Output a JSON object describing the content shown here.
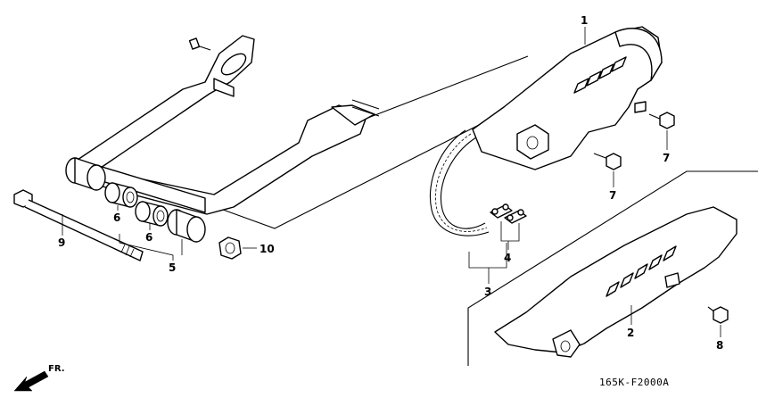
{
  "diagram": {
    "code": "165K-F2000A",
    "direction_label": "FR.",
    "callouts": [
      {
        "id": "c1",
        "label": "1"
      },
      {
        "id": "c2",
        "label": "2"
      },
      {
        "id": "c3",
        "label": "3"
      },
      {
        "id": "c4",
        "label": "4"
      },
      {
        "id": "c5",
        "label": "5"
      },
      {
        "id": "c6a",
        "label": "6"
      },
      {
        "id": "c6b",
        "label": "6"
      },
      {
        "id": "c7a",
        "label": "7"
      },
      {
        "id": "c7b",
        "label": "7"
      },
      {
        "id": "c8",
        "label": "8"
      },
      {
        "id": "c9",
        "label": "9"
      },
      {
        "id": "c10",
        "label": "10"
      }
    ]
  }
}
